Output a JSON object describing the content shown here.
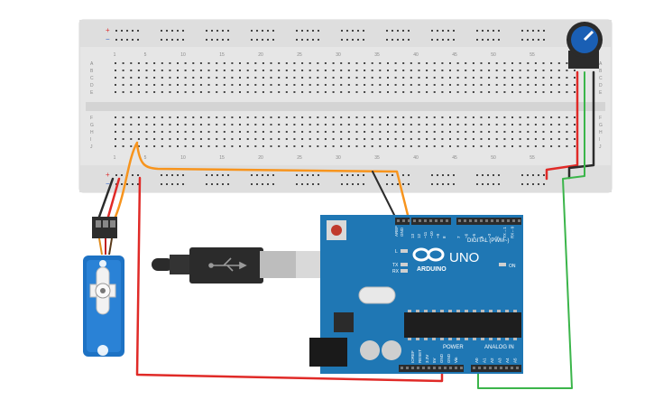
{
  "breadboard": {
    "column_numbers": [
      "1",
      "5",
      "10",
      "15",
      "20",
      "25",
      "30",
      "35",
      "40",
      "45",
      "50",
      "55"
    ],
    "row_letters_top": [
      "A",
      "B",
      "C",
      "D",
      "E"
    ],
    "row_letters_bottom": [
      "F",
      "G",
      "H",
      "I",
      "J"
    ],
    "rail_plus": "+",
    "rail_minus": "−"
  },
  "arduino": {
    "logo_text": "ARDUINO",
    "model": "UNO",
    "digital_label": "DIGITAL (PWM~)",
    "on_label": "ON",
    "led_l": "L",
    "led_tx": "TX",
    "led_rx": "RX",
    "aref": "AREF",
    "gnd_top": "GND",
    "digital_pins": [
      "13",
      "12",
      "~11",
      "~10",
      "~9",
      "8",
      "7",
      "~6",
      "~5",
      "4",
      "~3",
      "2",
      "TX→1",
      "RX←0"
    ],
    "power_label": "POWER",
    "power_pins": [
      "IOREF",
      "RESET",
      "3.3V",
      "5V",
      "GND",
      "GND",
      "Vin"
    ],
    "analog_label": "ANALOG IN",
    "analog_pins": [
      "A0",
      "A1",
      "A2",
      "A3",
      "A4",
      "A5"
    ]
  },
  "colors": {
    "wire_orange": "#f7941d",
    "wire_red": "#e02a27",
    "wire_black": "#2b2b2b",
    "wire_green": "#3bb54a",
    "arduino_blue": "#1f77b4",
    "breadboard": "#e9e9e9",
    "servo_blue": "#1d72c4"
  },
  "icons": [
    "usb-icon",
    "arduino-infinity-icon",
    "servo-icon",
    "potentiometer-icon"
  ]
}
